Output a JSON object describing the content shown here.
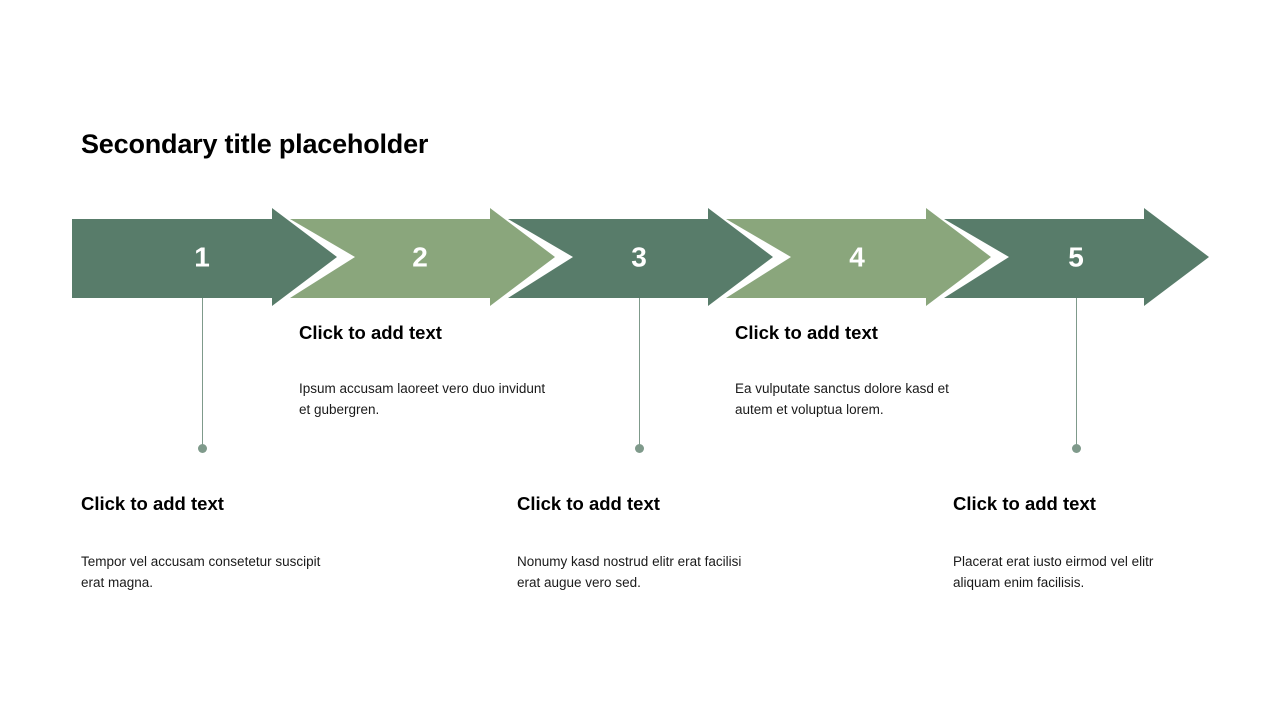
{
  "slide": {
    "title": "Secondary title placeholder",
    "background_color": "#ffffff"
  },
  "theme": {
    "dark_green": "#587c6a",
    "light_green": "#8aa67c",
    "connector_color": "#7f9a8b",
    "number_color": "#ffffff",
    "heading_color": "#000000",
    "body_color": "#1a1a1a"
  },
  "process": {
    "steps": [
      {
        "number": "1",
        "color": "#587c6a"
      },
      {
        "number": "2",
        "color": "#8aa67c"
      },
      {
        "number": "3",
        "color": "#587c6a"
      },
      {
        "number": "4",
        "color": "#8aa67c"
      },
      {
        "number": "5",
        "color": "#587c6a"
      }
    ]
  },
  "text_blocks": {
    "upper": [
      {
        "step": "2",
        "heading": "Click to add text",
        "body": "Ipsum accusam laoreet vero duo invidunt et gubergren."
      },
      {
        "step": "4",
        "heading": "Click to add text",
        "body": "Ea vulputate sanctus dolore kasd et autem et voluptua lorem."
      }
    ],
    "lower": [
      {
        "step": "1",
        "heading": "Click to add text",
        "body": "Tempor vel accusam consetetur suscipit erat magna."
      },
      {
        "step": "3",
        "heading": "Click to add text",
        "body": "Nonumy kasd nostrud elitr erat facilisi erat augue vero sed."
      },
      {
        "step": "5",
        "heading": "Click to add text",
        "body": "Placerat erat iusto eirmod vel elitr aliquam enim facilisis."
      }
    ]
  }
}
